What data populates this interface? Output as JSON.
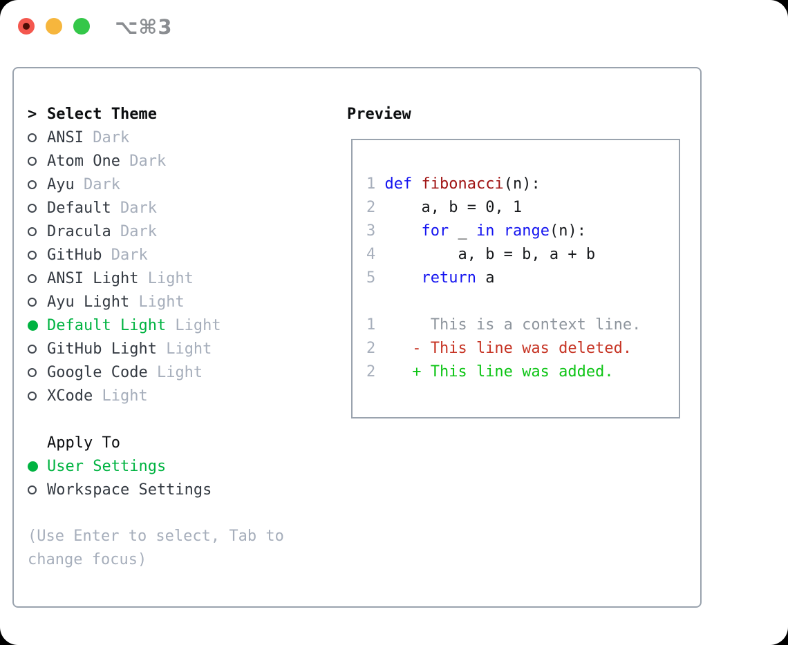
{
  "colors": {
    "accent_green": "#00b341",
    "keyword_blue": "#1414f0",
    "function_red": "#a01414",
    "deleted_red": "#c63323",
    "added_green": "#0cc414",
    "context_gray": "#8e959d",
    "muted_gray": "#a6aebb",
    "text_dark": "#343a42",
    "heading_black": "#0c0e10",
    "border_gray": "#9aa3ae",
    "traffic_red": "#f4574e",
    "traffic_red_dot": "#4d0d05",
    "traffic_yellow": "#f6b63d",
    "traffic_green": "#34c749",
    "title_gray": "#8a8d91"
  },
  "titlebar": {
    "shortcut_label": "⌥⌘3"
  },
  "theme_selector": {
    "prompt": ">",
    "heading": "Select Theme",
    "items": [
      {
        "name": "ANSI",
        "variant": "Dark",
        "selected": false
      },
      {
        "name": "Atom One",
        "variant": "Dark",
        "selected": false
      },
      {
        "name": "Ayu",
        "variant": "Dark",
        "selected": false
      },
      {
        "name": "Default",
        "variant": "Dark",
        "selected": false
      },
      {
        "name": "Dracula",
        "variant": "Dark",
        "selected": false
      },
      {
        "name": "GitHub",
        "variant": "Dark",
        "selected": false
      },
      {
        "name": "ANSI Light",
        "variant": "Light",
        "selected": false
      },
      {
        "name": "Ayu Light",
        "variant": "Light",
        "selected": false
      },
      {
        "name": "Default Light",
        "variant": "Light",
        "selected": true
      },
      {
        "name": "GitHub Light",
        "variant": "Light",
        "selected": false
      },
      {
        "name": "Google Code",
        "variant": "Light",
        "selected": false
      },
      {
        "name": "XCode",
        "variant": "Light",
        "selected": false
      }
    ]
  },
  "apply_to": {
    "heading": "Apply To",
    "options": [
      {
        "label": "User Settings",
        "selected": true
      },
      {
        "label": "Workspace Settings",
        "selected": false
      }
    ]
  },
  "help_text": {
    "lines": [
      "(Use Enter to select, Tab to",
      "change focus)"
    ]
  },
  "preview": {
    "heading": "Preview",
    "lines": [
      [
        [
          "n",
          "1 "
        ],
        [
          "k",
          "def"
        ],
        [
          "p",
          " "
        ],
        [
          "f",
          "fibonacci"
        ],
        [
          "p",
          "(n):"
        ]
      ],
      [
        [
          "n",
          "2 "
        ],
        [
          "p",
          "    a, b = 0, 1"
        ]
      ],
      [
        [
          "n",
          "3 "
        ],
        [
          "p",
          "    "
        ],
        [
          "k",
          "for"
        ],
        [
          "p",
          " _ "
        ],
        [
          "k",
          "in"
        ],
        [
          "p",
          " "
        ],
        [
          "k",
          "range"
        ],
        [
          "p",
          "(n):"
        ]
      ],
      [
        [
          "n",
          "4 "
        ],
        [
          "p",
          "        a, b = b, a + b"
        ]
      ],
      [
        [
          "n",
          "5 "
        ],
        [
          "p",
          "    "
        ],
        [
          "k",
          "return"
        ],
        [
          "p",
          " a"
        ]
      ],
      [],
      [
        [
          "n",
          "1"
        ],
        [
          "c",
          "      This is a context line."
        ]
      ],
      [
        [
          "n",
          "2"
        ],
        [
          "d",
          "    - This line was deleted."
        ]
      ],
      [
        [
          "n",
          "2"
        ],
        [
          "a",
          "    + This line was added."
        ]
      ]
    ]
  }
}
